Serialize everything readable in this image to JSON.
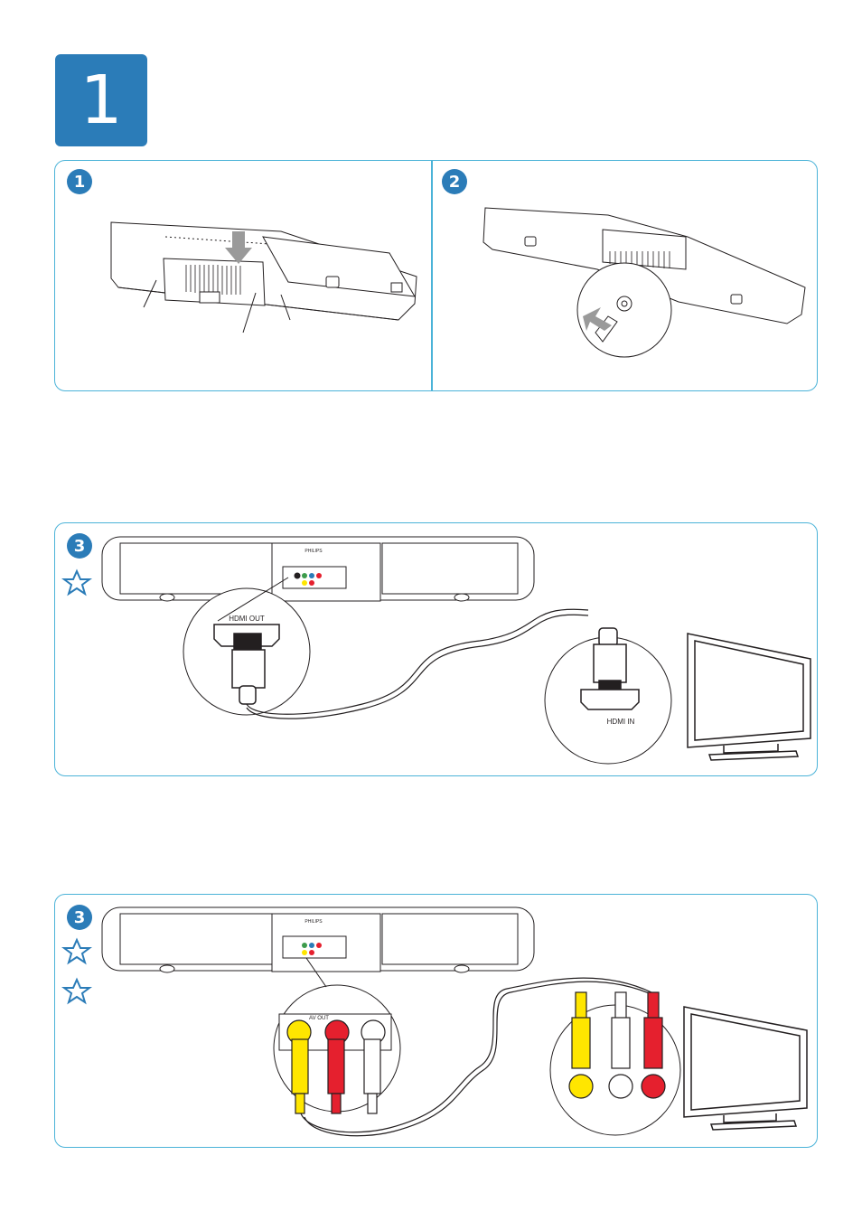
{
  "step_number": "1",
  "panel_a": {
    "substep_1": "1",
    "substep_2": "2"
  },
  "panel_b": {
    "substep": "3",
    "stars": 1,
    "brand": "PHILIPS",
    "hdmi_out_label": "HDMI OUT",
    "hdmi_in_label": "HDMI IN"
  },
  "panel_c": {
    "substep": "3",
    "stars": 2,
    "brand": "PHILIPS",
    "av_out_label": "AV OUT"
  },
  "colors": {
    "accent": "#2b7cb8",
    "panel_border": "#4bb3d8",
    "yellow_plug": "#ffe600",
    "red_plug": "#e5202e",
    "white_plug": "#ffffff",
    "arrow_gray": "#9a9a9a"
  }
}
